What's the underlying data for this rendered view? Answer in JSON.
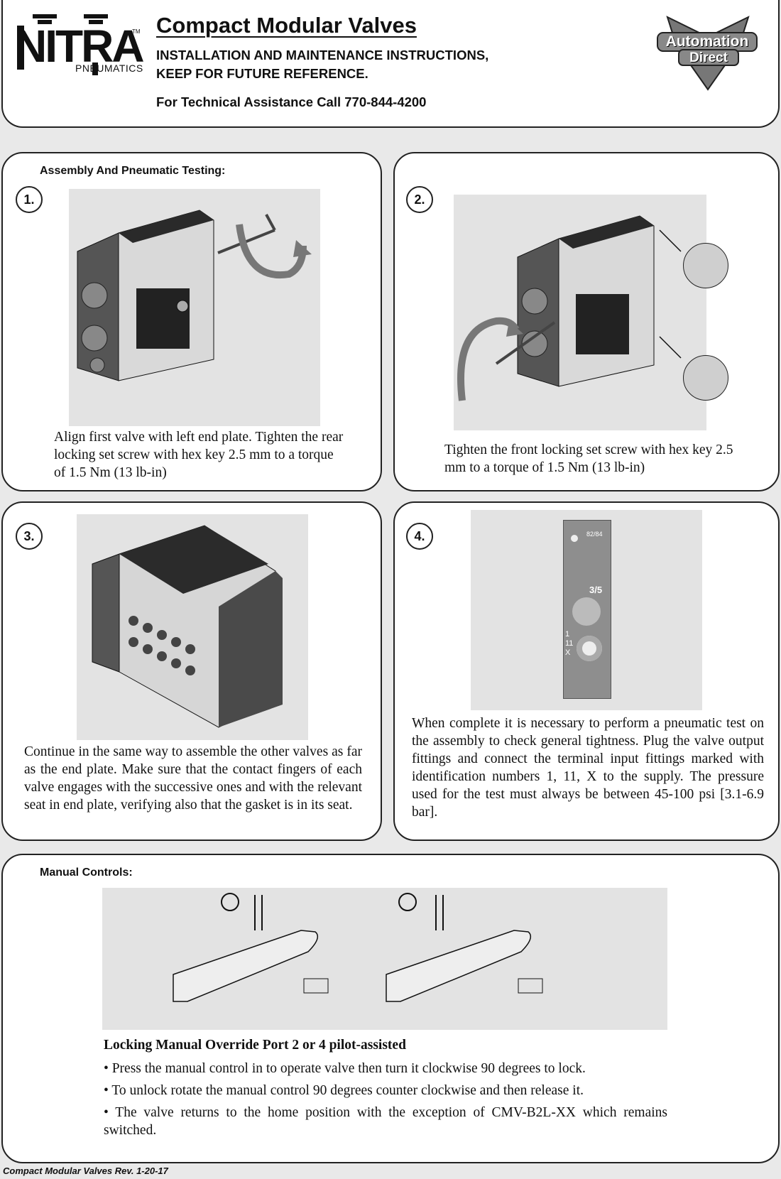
{
  "header": {
    "logo_text": "NITRA",
    "logo_tm": "TM",
    "logo_sub": "PNEUMATICS",
    "title": "Compact Modular Valves",
    "subtitle_line1": "INSTALLATION AND MAINTENANCE INSTRUCTIONS,",
    "subtitle_line2": "KEEP FOR FUTURE REFERENCE.",
    "tech_assist": "For Technical Assistance Call 770-844-4200",
    "brand_line1": "Automation",
    "brand_line2": "Direct"
  },
  "assembly": {
    "section_title": "Assembly And Pneumatic Testing:",
    "steps": [
      {
        "number": "1.",
        "text": "Align first valve with left end plate. Tighten the rear locking set screw with hex key 2.5 mm to a torque of 1.5 Nm (13 lb-in)"
      },
      {
        "number": "2.",
        "text": "Tighten the front locking set screw with hex key 2.5 mm to a torque of 1.5 Nm (13 lb-in)"
      },
      {
        "number": "3.",
        "text": "Continue in the same way to assemble the other valves as far as the end plate. Make sure that the contact fingers of each valve engages with the successive ones and with the relevant seat in end plate, verifying also that the gasket is in its seat."
      },
      {
        "number": "4.",
        "text": "When complete it is necessary to perform a pneumatic test on the assembly to check general tightness. Plug the valve output fittings and connect the terminal input fittings marked with identification numbers 1, 11, X to the supply. The pressure used for the test must always be between 45-100 psi [3.1-6.9 bar]."
      }
    ],
    "plate_labels": {
      "top": "82/84",
      "mid": "3/5",
      "bottom": "1 11 X"
    }
  },
  "manual": {
    "section_title": "Manual Controls:",
    "heading": "Locking Manual Override Port 2 or 4 pilot-assisted",
    "bullets": [
      "• Press the manual control in to operate valve then turn it clockwise 90 degrees to lock.",
      "• To unlock rotate the manual control 90 degrees counter clockwise and then release it.",
      "• The valve returns to the home position with the exception of CMV-B2L-XX which remains switched."
    ]
  },
  "footer": {
    "text": "Compact Modular Valves Rev. 1-20-17"
  }
}
